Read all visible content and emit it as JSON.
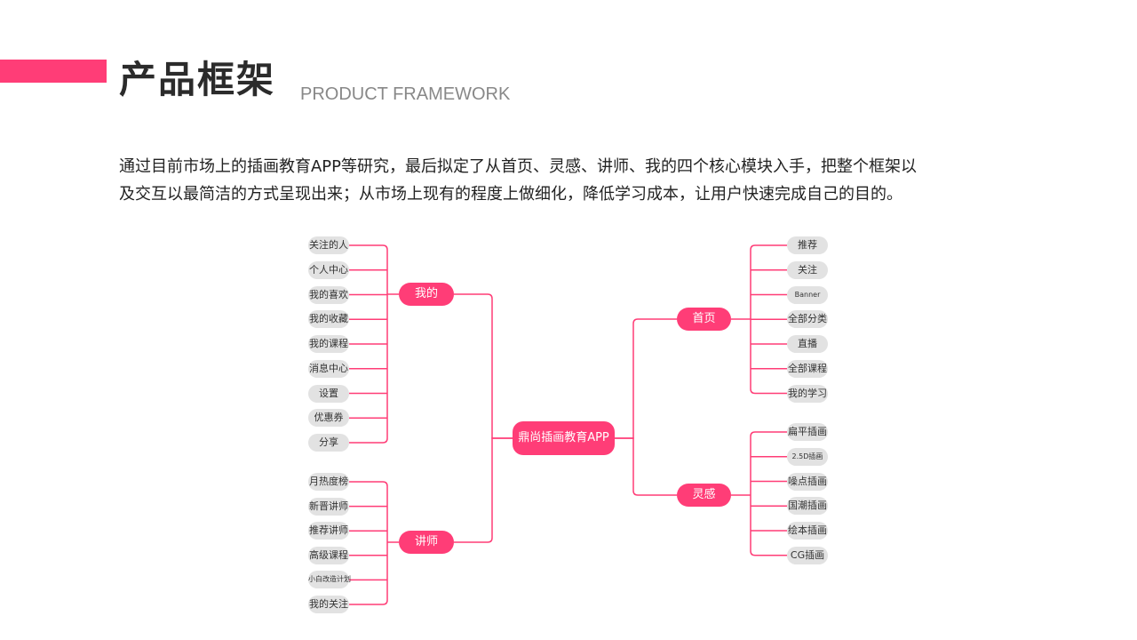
{
  "header": {
    "title": "产品框架",
    "subtitle": "PRODUCT FRAMEWORK"
  },
  "intro": {
    "line1": "通过目前市场上的插画教育APP等研究，最后拟定了从首页、灵感、讲师、我的四个核心模块入手，把整个框架以",
    "line2": "及交互以最简洁的方式呈现出来；从市场上现有的程度上做细化，降低学习成本，让用户快速完成自己的目的。"
  },
  "colors": {
    "accent": "#ff3d77",
    "leaf_bg": "#e2e2e2"
  },
  "mindmap": {
    "root": "鼎尚插画教育APP",
    "branches": [
      {
        "label": "我的",
        "side": "left",
        "children": [
          "关注的人",
          "个人中心",
          "我的喜欢",
          "我的收藏",
          "我的课程",
          "消息中心",
          "设置",
          "优惠券",
          "分享"
        ]
      },
      {
        "label": "讲师",
        "side": "left",
        "children": [
          "月热度榜",
          "新晋讲师",
          "推荐讲师",
          "高级课程",
          "小白改造计划",
          "我的关注"
        ]
      },
      {
        "label": "首页",
        "side": "right",
        "children": [
          "推荐",
          "关注",
          "Banner",
          "全部分类",
          "直播",
          "全部课程",
          "我的学习"
        ]
      },
      {
        "label": "灵感",
        "side": "right",
        "children": [
          "扁平插画",
          "2.5D插画",
          "噪点插画",
          "国潮插画",
          "绘本插画",
          "CG插画"
        ]
      }
    ]
  }
}
